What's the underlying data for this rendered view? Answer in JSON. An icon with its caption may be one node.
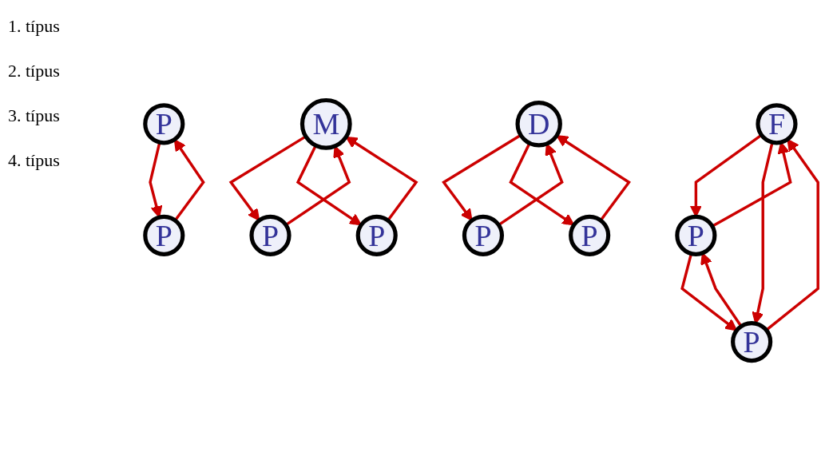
{
  "diagram": {
    "nodes": [
      {
        "text": [
          "P"
        ]
      },
      {
        "text": [
          "P"
        ]
      },
      {
        "text": [
          "F"
        ]
      },
      {
        "text": [
          "P"
        ]
      },
      {
        "text": [
          "P"
        ]
      },
      {
        "text": [
          "M"
        ]
      },
      {
        "text": [
          "P"
        ]
      },
      {
        "text": [
          "P"
        ]
      },
      {
        "text": [
          "D"
        ]
      },
      {
        "text": [
          "P"
        ]
      },
      {
        "text": [
          "P"
        ]
      }
    ],
    "edges": [
      {
        "from": 1,
        "to": 0,
        "arrow": "to"
      },
      {
        "from": 0,
        "to": 1,
        "arrow": "to"
      },
      {
        "from": 2,
        "to": 3,
        "arrow": "to"
      },
      {
        "from": 3,
        "to": 2,
        "arrow": "to"
      },
      {
        "from": 4,
        "to": 2,
        "arrow": "to"
      },
      {
        "from": 2,
        "to": 4,
        "arrow": "to"
      },
      {
        "from": 4,
        "to": 3,
        "arrow": "to"
      },
      {
        "from": 3,
        "to": 4,
        "arrow": "to"
      },
      {
        "from": 5,
        "to": 6,
        "arrow": "to"
      },
      {
        "from": 6,
        "to": 5,
        "arrow": "to"
      },
      {
        "from": 7,
        "to": 5,
        "arrow": "to"
      },
      {
        "from": 5,
        "to": 7,
        "arrow": "to"
      },
      {
        "from": 8,
        "to": 9,
        "arrow": "to"
      },
      {
        "from": 9,
        "to": 8,
        "arrow": "to"
      },
      {
        "from": 10,
        "to": 8,
        "arrow": "to"
      },
      {
        "from": 8,
        "to": 10,
        "arrow": "to"
      }
    ],
    "labels": [
      "1. típus",
      "2. típus",
      "3. típus",
      "4. típus"
    ]
  }
}
